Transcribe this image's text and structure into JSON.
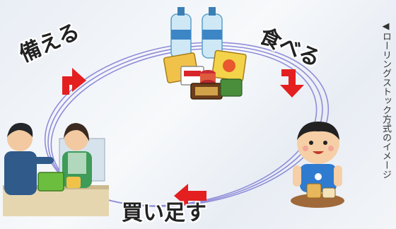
{
  "cycle": {
    "stage_sonaeru": "備える",
    "stage_taberu": "食べる",
    "stage_kaitasu": "買い足す"
  },
  "caption": {
    "text": "◀ローリングストック方式のイメージ"
  },
  "colors": {
    "ring_lines": "#8f8cd8",
    "arrow_red": "#e41f1f",
    "background": "#eef2f7"
  },
  "icons": {
    "food": "food-supplies-icon",
    "eating": "child-eating-icon",
    "shopping": "shopping-checkout-icon",
    "arrows": "cycle-arrow-icon"
  }
}
